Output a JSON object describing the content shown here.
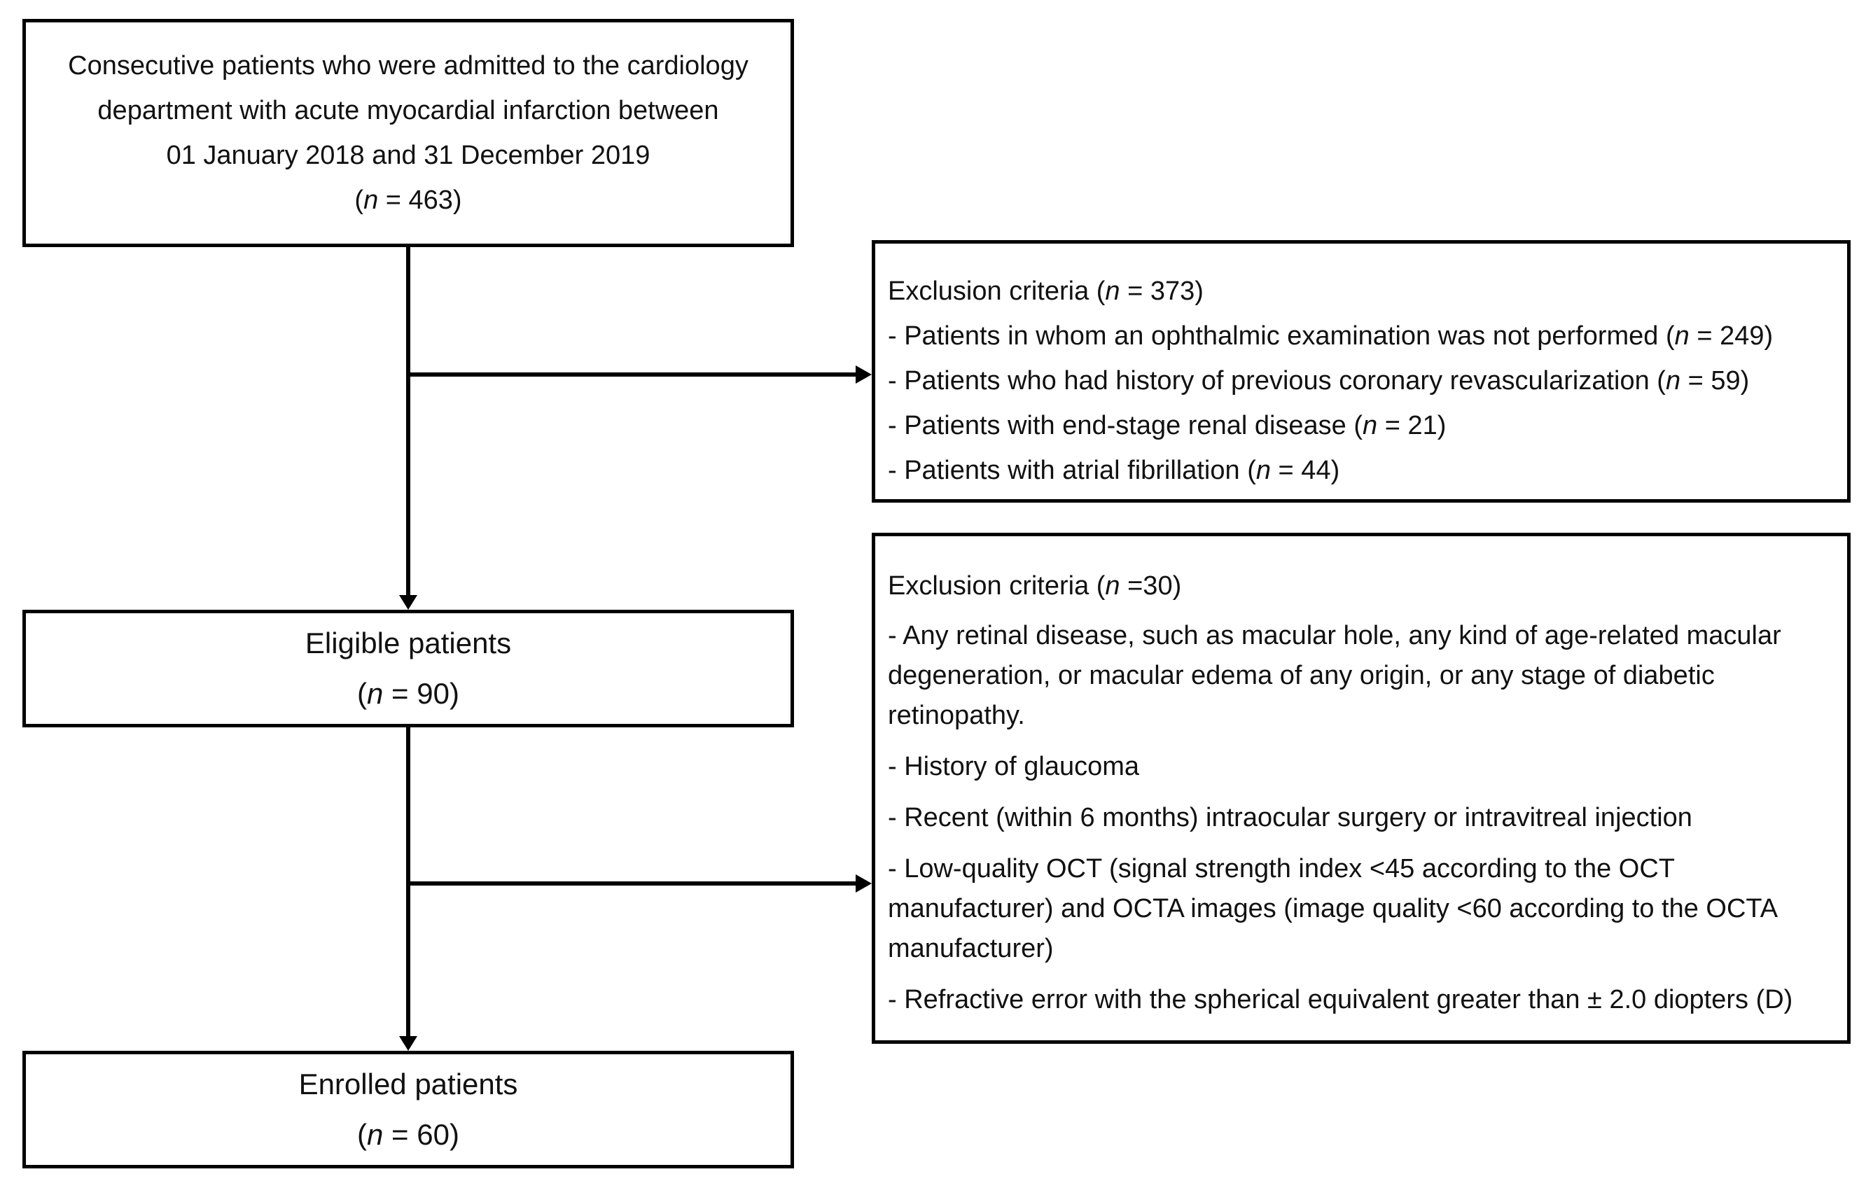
{
  "admitted": {
    "lines": [
      "Consecutive patients who were admitted to the cardiology",
      "department with acute myocardial infarction between",
      "01 January 2018 and 31 December 2019"
    ],
    "n_label": "n",
    "n_value": " = 463"
  },
  "exclusion_1": {
    "title": "Exclusion criteria (",
    "n_label": "n",
    "n_value": " = 373)",
    "items": [
      {
        "text": "- Patients in whom an ophthalmic examination was not performed  (",
        "n_label": "n",
        "n_value": " = 249)"
      },
      {
        "text": "- Patients who had history of previous coronary revascularization (",
        "n_label": "n",
        "n_value": " = 59)"
      },
      {
        "text": "- Patients with end-stage renal disease (",
        "n_label": "n",
        "n_value": " = 21)"
      },
      {
        "text": "- Patients with atrial fibrillation (",
        "n_label": "n",
        "n_value": " = 44)"
      }
    ]
  },
  "eligible": {
    "title": "Eligible patients",
    "n_label": "n",
    "n_value": " = 90"
  },
  "exclusion_2": {
    "title": "Exclusion criteria (",
    "n_label": "n",
    "n_value": " =30)",
    "items": [
      "- Any retinal disease, such as macular hole, any kind of age-related macular degeneration, or macular edema of any origin, or any stage of diabetic retinopathy.",
      "- History of glaucoma",
      "- Recent (within 6 months) intraocular surgery or intravitreal injection",
      "- Low-quality OCT (signal strength index <45 according to the OCT manufacturer) and OCTA images (image quality <60 according to the OCTA manufacturer)",
      "- Refractive error with the spherical equivalent greater than ± 2.0 diopters (D)"
    ]
  },
  "enrolled": {
    "title": "Enrolled patients",
    "n_label": "n",
    "n_value": " = 60"
  }
}
